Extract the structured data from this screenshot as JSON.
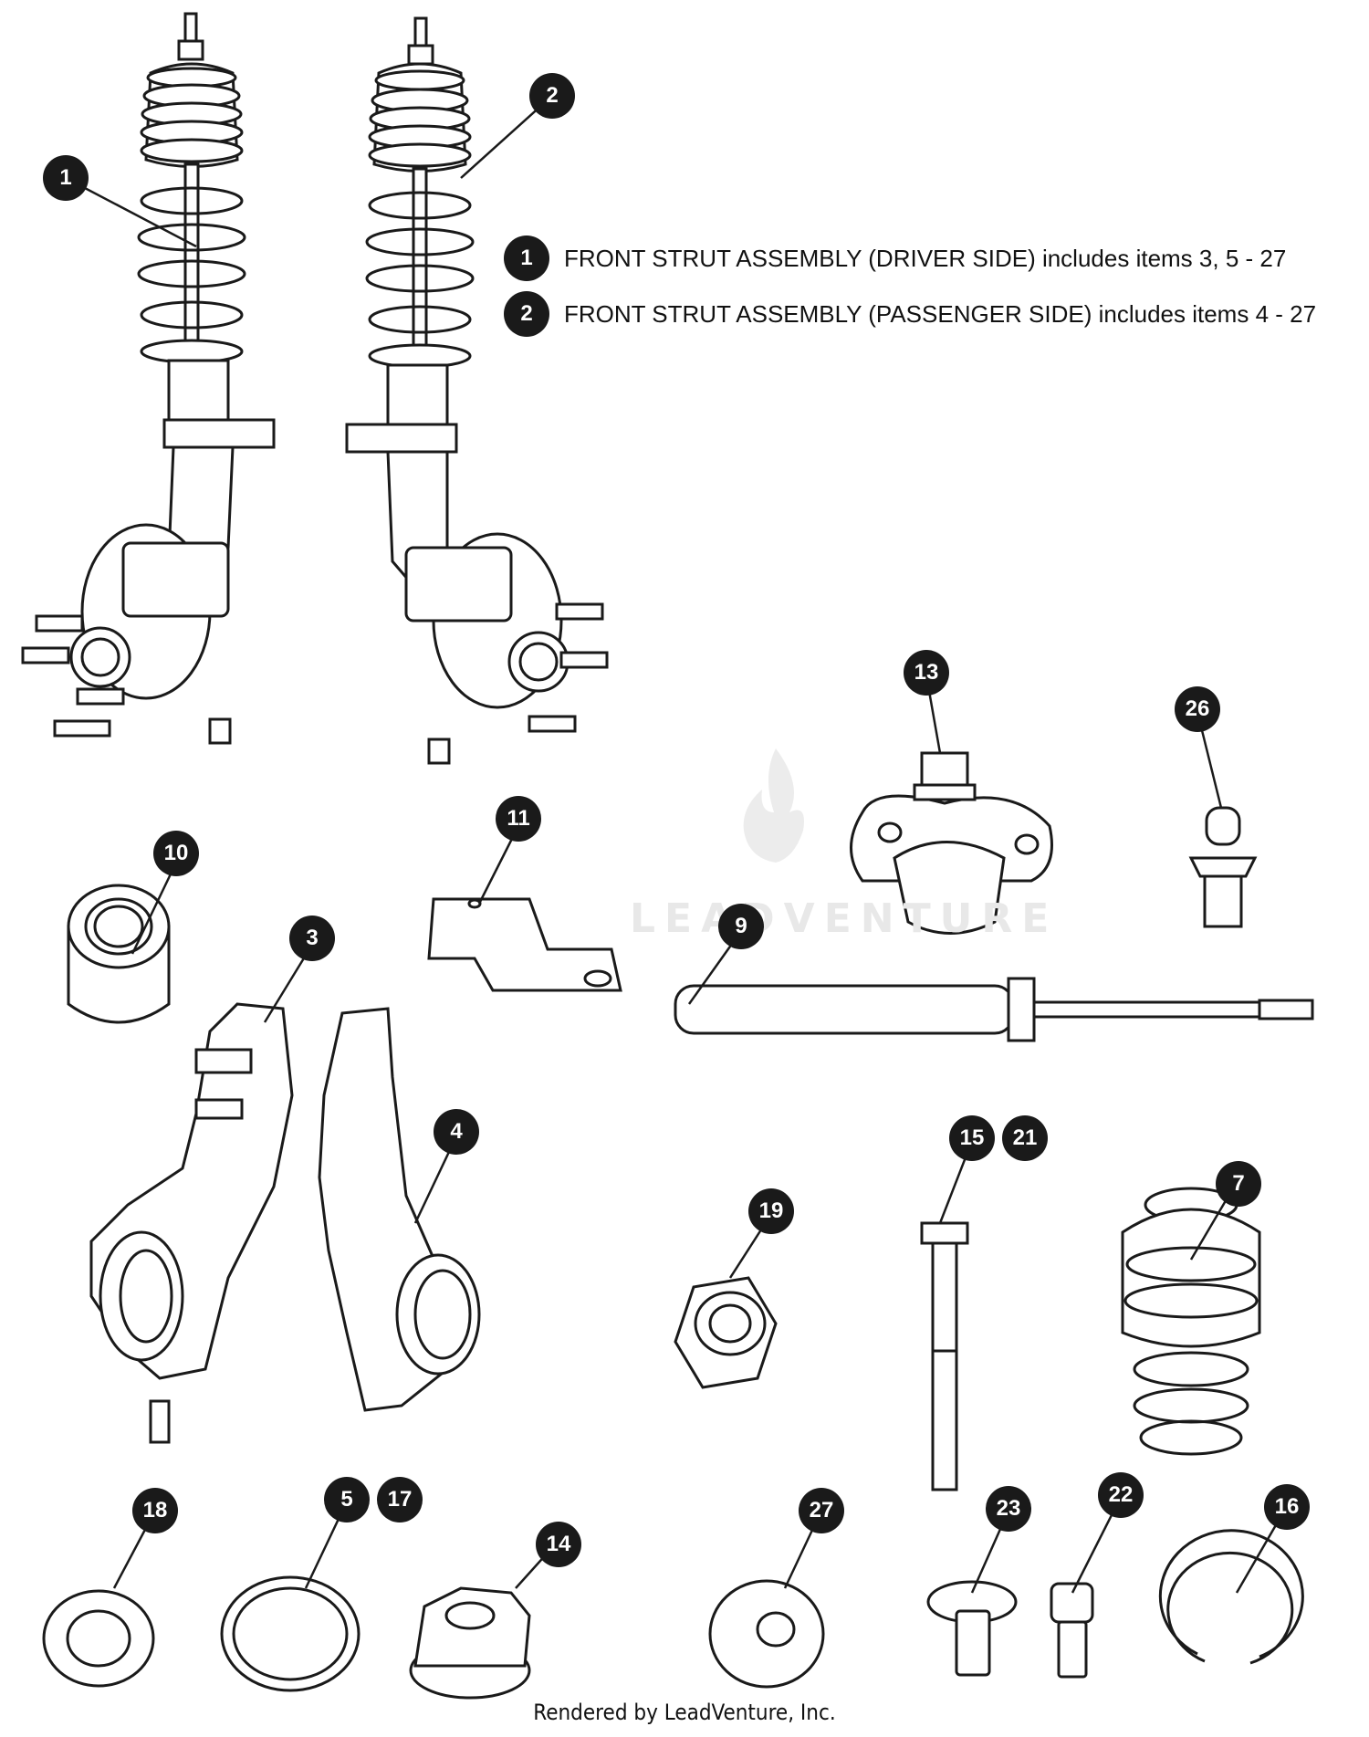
{
  "legend": [
    {
      "num": "1",
      "text": "FRONT STRUT ASSEMBLY (DRIVER SIDE) includes items 3, 5 - 27"
    },
    {
      "num": "2",
      "text": "FRONT STRUT ASSEMBLY (PASSENGER SIDE) includes items 4 - 27"
    }
  ],
  "callouts": {
    "c1": "1",
    "c2": "2",
    "c3": "3",
    "c4": "4",
    "c5": "5",
    "c7": "7",
    "c9": "9",
    "c10": "10",
    "c11": "11",
    "c13": "13",
    "c14": "14",
    "c15": "15",
    "c16": "16",
    "c17": "17",
    "c18": "18",
    "c19": "19",
    "c21": "21",
    "c22": "22",
    "c23": "23",
    "c26": "26",
    "c27": "27"
  },
  "watermark": "LEADVENTURE",
  "footer": "Rendered by LeadVenture, Inc.",
  "colors": {
    "ink": "#1a1a1a",
    "watermark": "#e8e8e8",
    "background": "#ffffff"
  }
}
